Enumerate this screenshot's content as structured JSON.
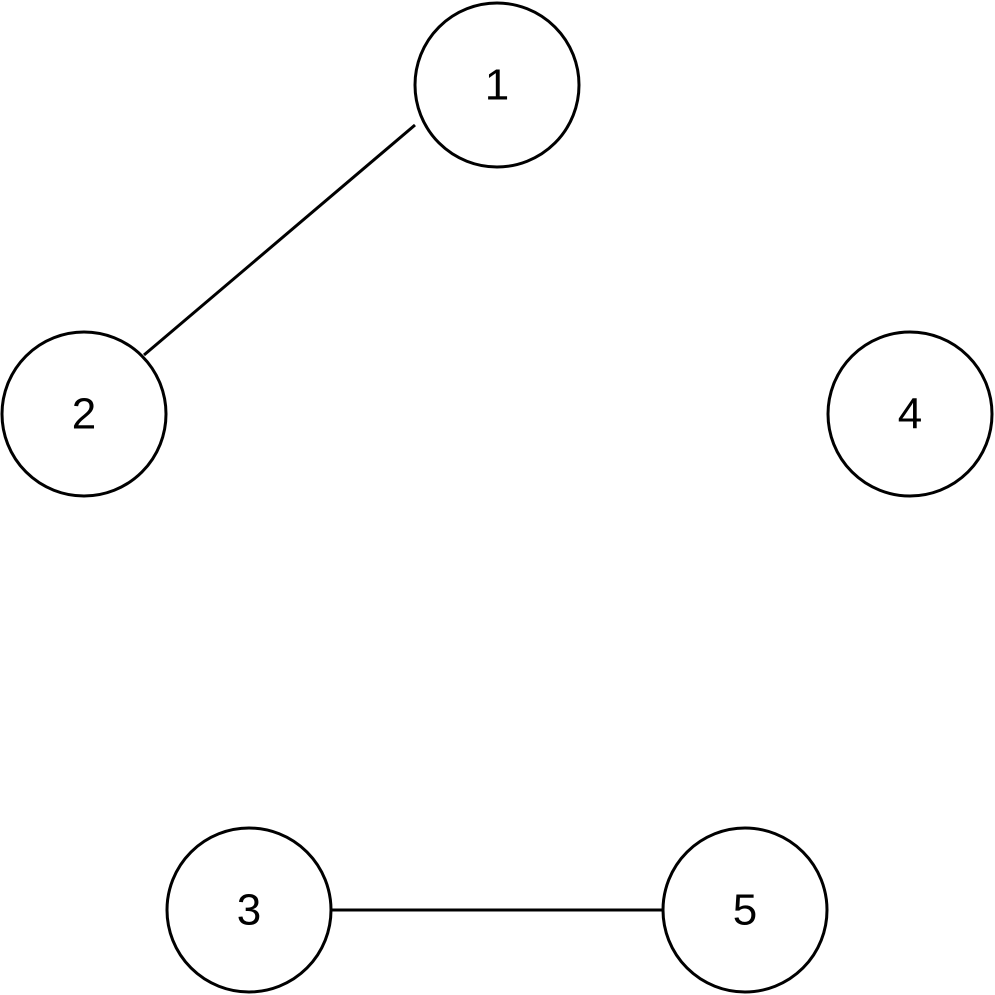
{
  "graph": {
    "nodes": [
      {
        "id": "n1",
        "label": "1"
      },
      {
        "id": "n2",
        "label": "2"
      },
      {
        "id": "n3",
        "label": "3"
      },
      {
        "id": "n4",
        "label": "4"
      },
      {
        "id": "n5",
        "label": "5"
      }
    ],
    "edges": [
      {
        "from": "n1",
        "to": "n2"
      },
      {
        "from": "n3",
        "to": "n5"
      }
    ]
  }
}
